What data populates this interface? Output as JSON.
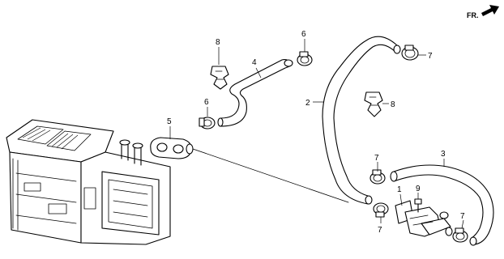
{
  "direction_label": "FR.",
  "callouts": {
    "c1": "1",
    "c2": "2",
    "c3": "3",
    "c4": "4",
    "c5": "5",
    "c6a": "6",
    "c6b": "6",
    "c7a": "7",
    "c7b": "7",
    "c7c": "7",
    "c7d": "7",
    "c8a": "8",
    "c8b": "8",
    "c9": "9"
  },
  "icons": {
    "direction": "arrow-right-icon"
  }
}
